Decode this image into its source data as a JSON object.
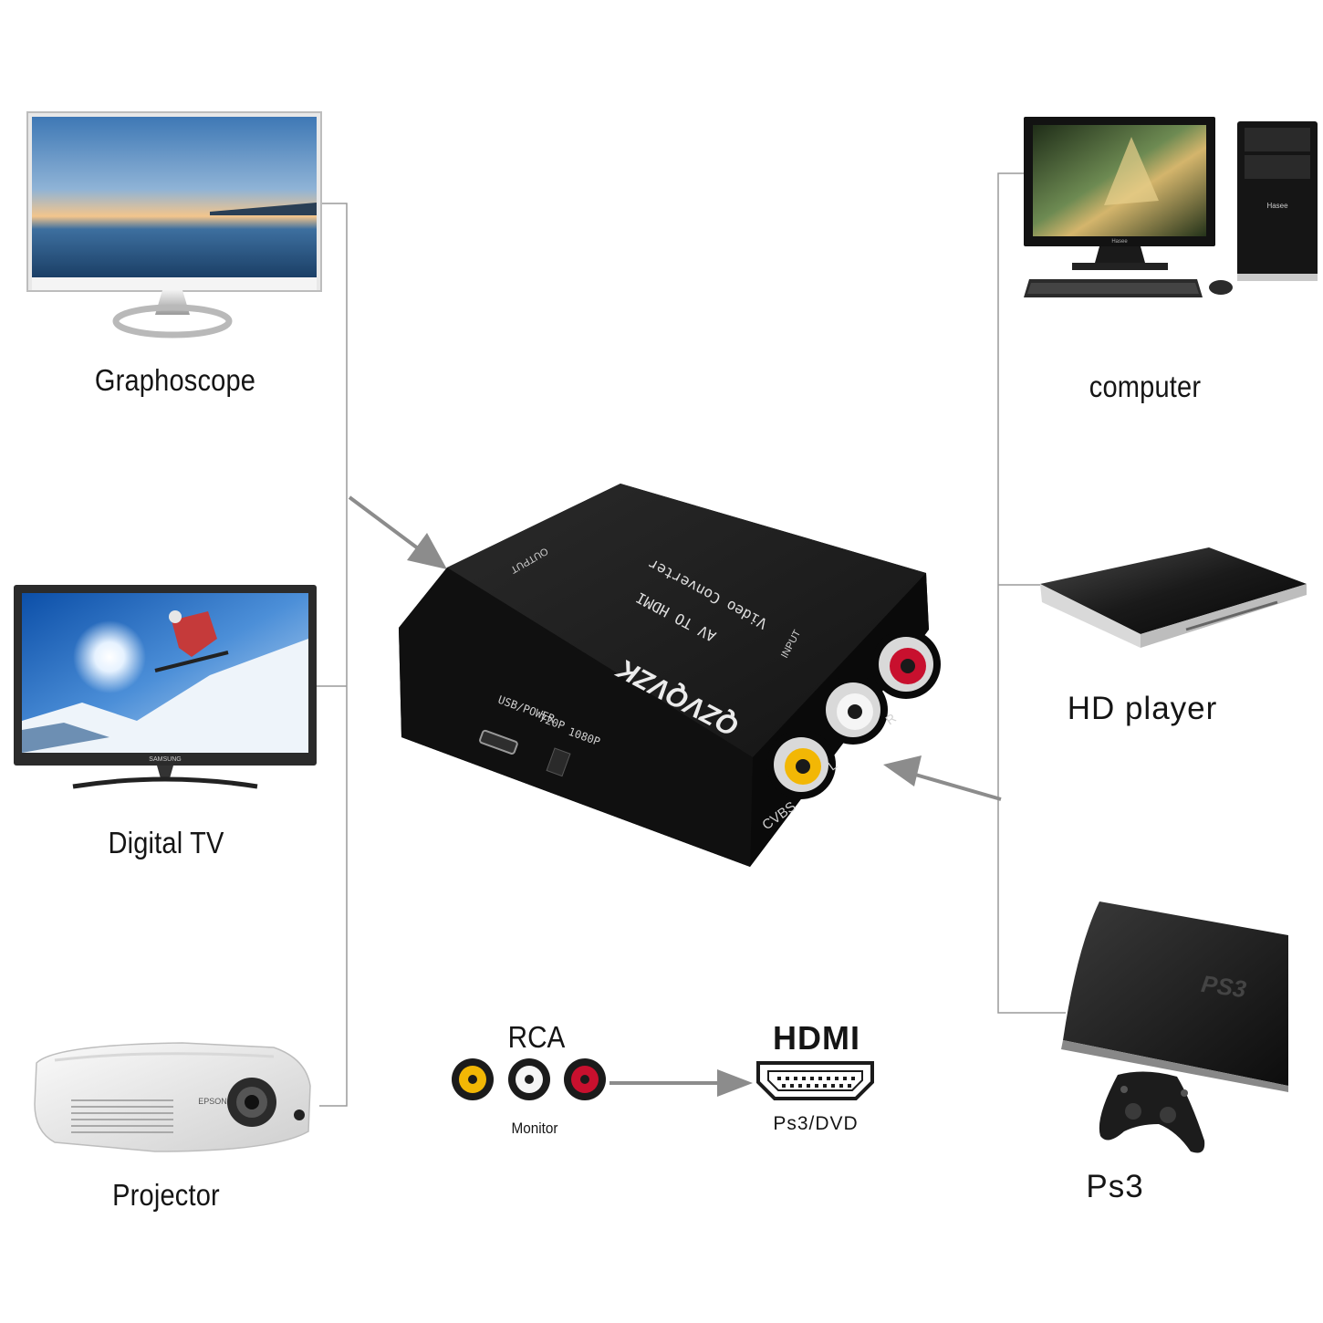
{
  "outputs": {
    "graphoscope": "Graphoscope",
    "digital_tv": "Digital TV",
    "projector": "Projector"
  },
  "inputs": {
    "computer": "computer",
    "hd_player": "HD player",
    "ps3": "Ps3"
  },
  "converter": {
    "brand": "QZVQVZK",
    "title_line1": "AV TO HDMI",
    "title_line2": "Video Converter",
    "output": "OUTPUT",
    "input": "INPUT",
    "usb_power": "USB/POWER",
    "res_720": "720P",
    "res_1080": "1080P",
    "cvbs": "CVBS",
    "left": "L",
    "right": "R"
  },
  "legend": {
    "rca": "RCA",
    "monitor": "Monitor",
    "hdmi": "HDMI",
    "ps3_dvd": "Ps3/DVD"
  },
  "device_logos": {
    "tv_brand": "SAMSUNG",
    "projector_brand": "EPSON",
    "pc_brand": "Hasee",
    "ps3_logo": "PS3"
  },
  "colors": {
    "rca_yellow": "#f2b705",
    "rca_white": "#f5f5f5",
    "rca_red": "#c8102e",
    "arrow_gray": "#8c8c8c",
    "line_gray": "#9a9a9a"
  }
}
